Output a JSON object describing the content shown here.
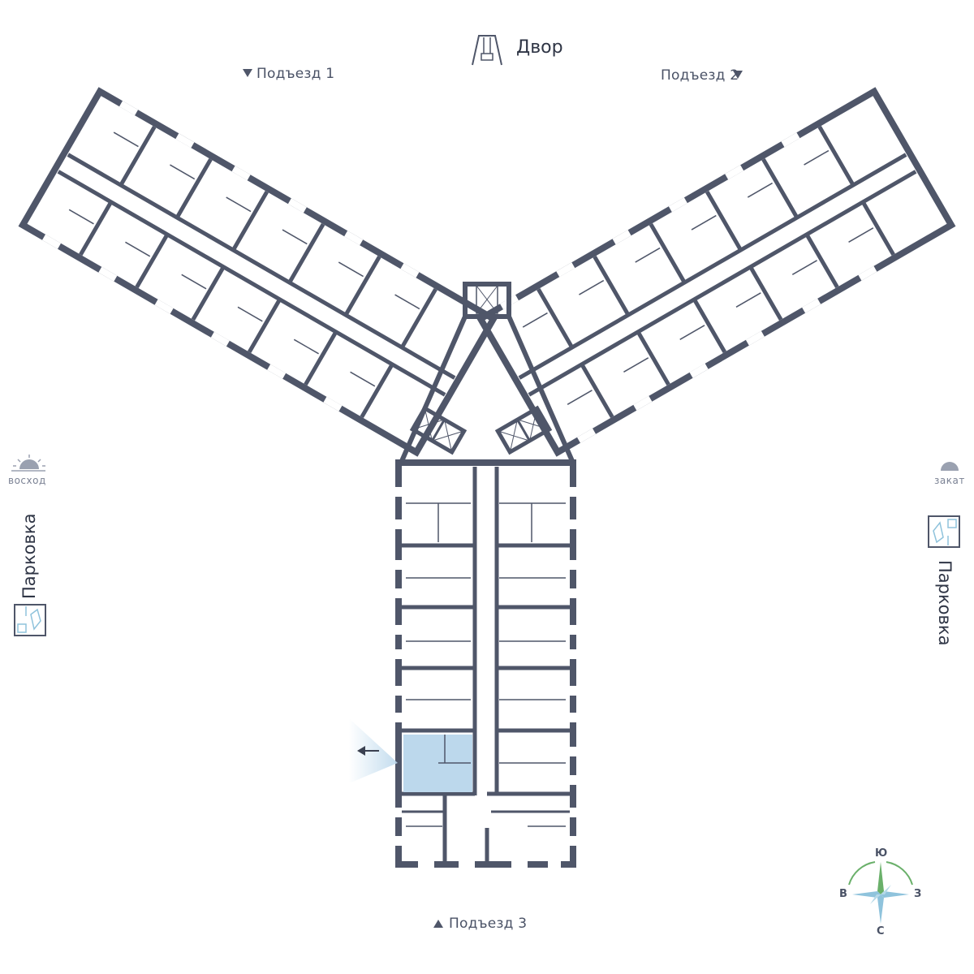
{
  "labels": {
    "courtyard": "Двор",
    "entrance_1": "Подъезд 1",
    "entrance_2": "Подъезд 2",
    "entrance_3": "Подъезд 3",
    "sunrise": "восход",
    "sunset": "закат",
    "parking_left": "Парковка",
    "parking_right": "Парковка"
  },
  "compass": {
    "north": "Ю",
    "south": "С",
    "west": "В",
    "east": "З"
  },
  "colors": {
    "wall": "#4f5669",
    "highlight_unit": "#bcd8ec",
    "view_arrow": "#3a4050",
    "compass_green": "#6ab06a",
    "compass_blue": "#8fc3dc"
  },
  "icons": {
    "courtyard": "playground-swing-icon",
    "sunrise": "sunrise-icon",
    "sunset": "sunset-icon",
    "parking": "parking-lot-icon",
    "entrance_marker": "triangle-marker-icon",
    "view_direction": "arrow-left-icon",
    "compass": "compass-rose-icon"
  },
  "selected_unit": {
    "wing": "south",
    "highlighted": true
  }
}
